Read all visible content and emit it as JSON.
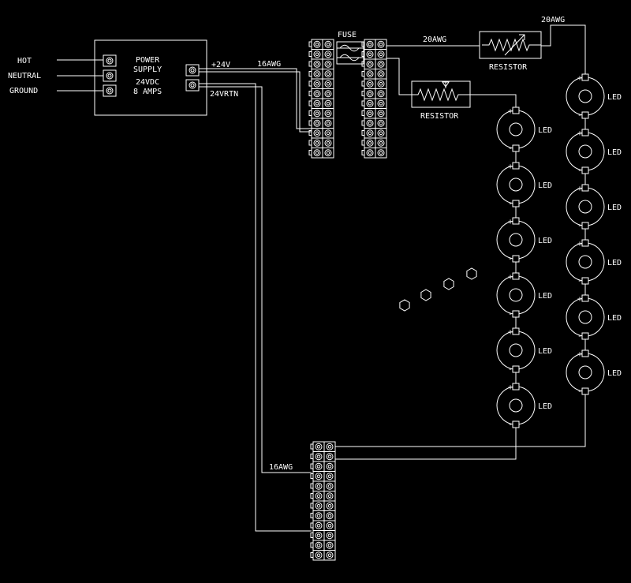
{
  "inputs": {
    "hot": "HOT",
    "neutral": "NEUTRAL",
    "ground": "GROUND"
  },
  "power_supply": {
    "line1": "POWER",
    "line2": "SUPPLY",
    "line3": "24VDC",
    "line4": "8 AMPS"
  },
  "wires": {
    "plus24v": "+24V",
    "gauge_supply": "16AWG",
    "return": "24VRTN",
    "gauge_return": "16AWG",
    "gauge_resistor_top": "20AWG",
    "gauge_resistor_mid": "20AWG"
  },
  "fuse_label": "FUSE",
  "resistors": {
    "top": "RESISTOR",
    "mid": "RESISTOR"
  },
  "led_label": "LED",
  "colors": {
    "background": "#000000",
    "line": "#ffffff"
  }
}
